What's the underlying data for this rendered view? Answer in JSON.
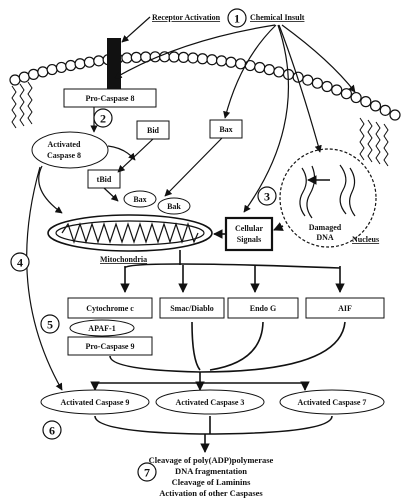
{
  "labels": {
    "receptor_activation": "Receptor Activation",
    "chemical_insult": "Chemical Insult",
    "pro_caspase_8": "Pro-Caspase 8",
    "activated_caspase_8_line1": "Activated",
    "activated_caspase_8_line2": "Caspase 8",
    "bid": "Bid",
    "bax_box": "Bax",
    "tbid": "tBid",
    "bax_oval": "Bax",
    "bak_oval": "Bak",
    "damaged_dna_line1": "Damaged",
    "damaged_dna_line2": "DNA",
    "nucleus": "Nucleus",
    "cellular_signals_line1": "Cellular",
    "cellular_signals_line2": "Signals",
    "mitochondria": "Mitochondria",
    "cytochrome_c": "Cytochrome c",
    "smac_diablo": "Smac/Diablo",
    "endo_g": "Endo G",
    "aif": "AIF",
    "apaf_1": "APAF-1",
    "pro_caspase_9": "Pro-Caspase 9",
    "activated_caspase_9": "Activated Caspase 9",
    "activated_caspase_3": "Activated Caspase 3",
    "activated_caspase_7": "Activated Caspase 7"
  },
  "steps": [
    "1",
    "2",
    "3",
    "4",
    "5",
    "6",
    "7"
  ],
  "outcomes": [
    "Cleavage of poly(ADP)polymerase",
    "DNA fragmentation",
    "Cleavage of Laminins",
    "Activation of other Caspases"
  ]
}
